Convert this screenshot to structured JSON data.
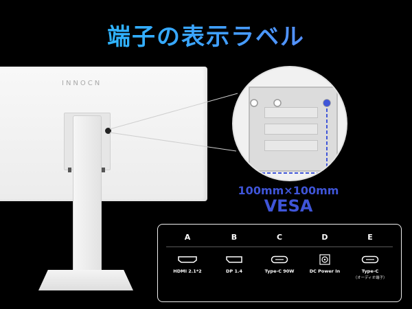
{
  "title": "端子の表示ラベル",
  "brand_text": "INNOCN",
  "vesa": {
    "dimension": "100mm×100mm",
    "label": "VESA"
  },
  "ports": [
    {
      "letter": "A",
      "name": "HDMI 2.1*2",
      "note": "",
      "icon": "hdmi-port-icon"
    },
    {
      "letter": "B",
      "name": "DP 1.4",
      "note": "",
      "icon": "displayport-icon"
    },
    {
      "letter": "C",
      "name": "Type-C 90W",
      "note": "",
      "icon": "usb-c-port-icon"
    },
    {
      "letter": "D",
      "name": "DC Power In",
      "note": "",
      "icon": "dc-power-port-icon"
    },
    {
      "letter": "E",
      "name": "Type-C",
      "note": "（オーディオ端子）",
      "icon": "usb-c-audio-port-icon"
    }
  ],
  "colors": {
    "accent_blue": "#3f55d8",
    "title_gradient_start": "#20c8ff",
    "title_gradient_end": "#6c7dff"
  }
}
